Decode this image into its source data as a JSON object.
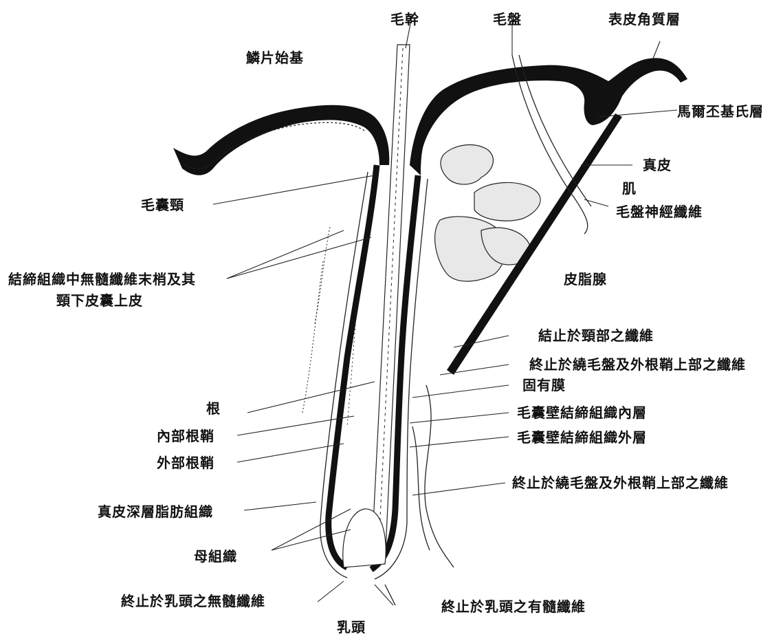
{
  "labels": {
    "hair_shaft": "毛幹",
    "hair_plate": "毛盤",
    "stratum_corneum": "表皮角質層",
    "scale_primordium": "鱗片始基",
    "malpighian_layer": "馬爾丕基氏層",
    "dermis": "真皮",
    "muscle": "肌",
    "hair_plate_nerve": "毛盤神經纖維",
    "follicle_neck": "毛囊頸",
    "connective_line1": "結締組織中無髓纖維末梢及其",
    "connective_line2": "頸下皮囊上皮",
    "sebaceous_gland": "皮脂腺",
    "neck_fibers": "結止於頸部之纖維",
    "plate_sheath_fibers_1": "終止於繞毛盤及外根鞘上部之纖維",
    "proper_membrane": "固有膜",
    "inner_layer": "毛囊壁結締組織內層",
    "outer_layer": "毛囊壁結締組織外層",
    "plate_sheath_fibers_2": "終止於繞毛盤及外根鞘上部之纖維",
    "root": "根",
    "inner_root_sheath": "內部根鞘",
    "outer_root_sheath": "外部根鞘",
    "deep_fat": "真皮深層脂肪組織",
    "matrix": "母組織",
    "papilla_unmyelinated": "終止於乳頭之無髓纖維",
    "papilla_myelinated": "終止於乳頭之有髓纖維",
    "papilla": "乳頭"
  }
}
